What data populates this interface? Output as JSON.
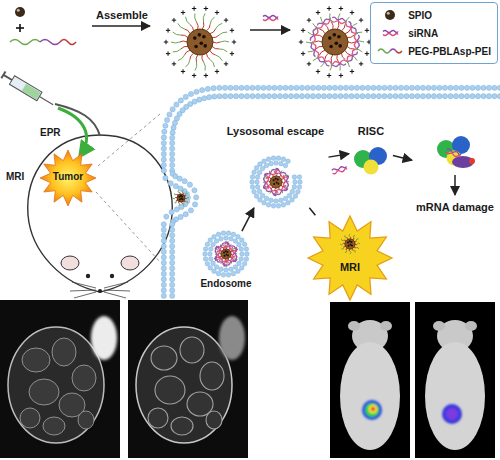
{
  "diagram": {
    "nodes": [
      {
        "text": [
          "Tumor"
        ]
      },
      {
        "text": [
          "Lysosomal escape"
        ]
      },
      {
        "text": [
          "RISC"
        ]
      },
      {
        "text": [
          "mRNA damage"
        ]
      },
      {
        "text": [
          "Endosome"
        ]
      },
      {
        "text": [
          "MRI"
        ]
      }
    ],
    "edges": [
      {
        "from": 4,
        "to": 1,
        "arrow": "to"
      },
      {
        "from": 1,
        "to": 2,
        "arrow": "to"
      },
      {
        "from": 2,
        "to": 3,
        "arrow": "to"
      },
      {
        "from": 1,
        "to": 5,
        "arrow": "none"
      }
    ],
    "labels": [
      "Assemble",
      "EPR",
      "MRI"
    ],
    "legend": [
      {
        "text": "SPIO"
      },
      {
        "text": "siRNA"
      },
      {
        "text": "PEG-PBLAsp-PEI"
      }
    ]
  }
}
